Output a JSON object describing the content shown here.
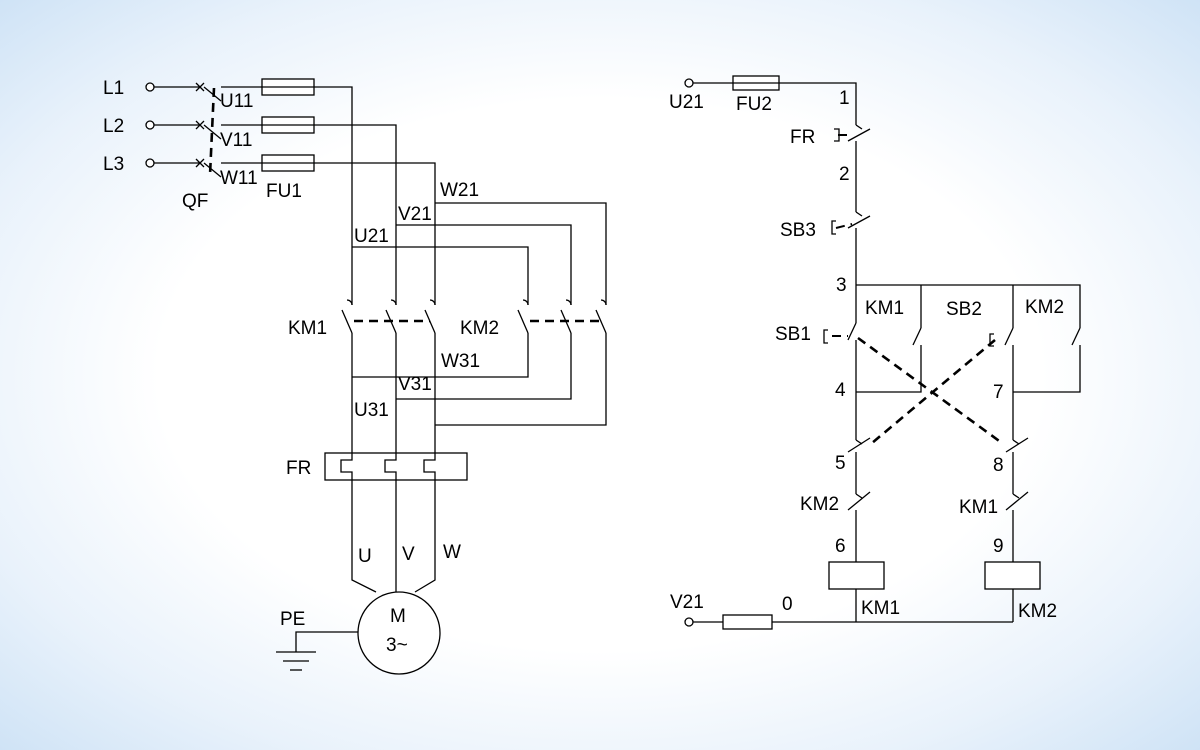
{
  "power": {
    "phases": [
      "L1",
      "L2",
      "L3"
    ],
    "breaker": "QF",
    "fuse": "FU1",
    "after_breaker": [
      "U11",
      "V11",
      "W11"
    ],
    "branch_labels": [
      "U21",
      "V21",
      "W21"
    ],
    "contactor_fwd": "KM1",
    "contactor_rev": "KM2",
    "rev_labels": [
      "U31",
      "V31",
      "W31"
    ],
    "overload": "FR",
    "motor_terminals": [
      "U",
      "V",
      "W"
    ],
    "motor_line1": "M",
    "motor_line2": "3~",
    "earth": "PE"
  },
  "control": {
    "supply_top": "U21",
    "supply_bottom": "V21",
    "fuse": "FU2",
    "overload_contact": "FR",
    "stop_button": "SB3",
    "start_fwd": "SB1",
    "start_rev": "SB2",
    "aux_fwd": "KM1",
    "aux_rev": "KM2",
    "interlock_left": "KM2",
    "interlock_right": "KM1",
    "coil_left": "KM1",
    "coil_right": "KM2",
    "nodes": [
      "0",
      "1",
      "2",
      "3",
      "4",
      "5",
      "6",
      "7",
      "8",
      "9"
    ]
  }
}
